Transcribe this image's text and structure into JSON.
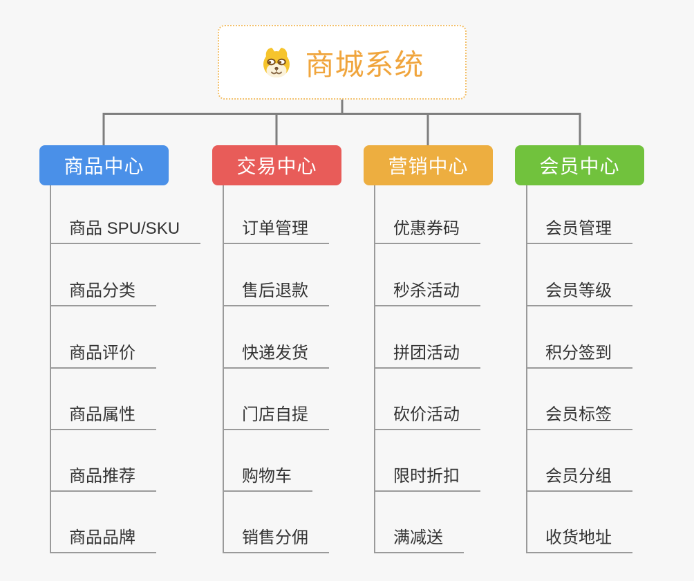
{
  "canvas": {
    "background": "#f7f7f7"
  },
  "root": {
    "title": "商城系统",
    "icon": "dog-face",
    "text_color": "#f0a53d",
    "border_color": "#f3c06a"
  },
  "connectors": {
    "top_line_color": "#7e7e7e",
    "branch_line_color": "#9a9a9a"
  },
  "branches": [
    {
      "label": "商品中心",
      "color": "#4a90e8",
      "items": [
        "商品 SPU/SKU",
        "商品分类",
        "商品评价",
        "商品属性",
        "商品推荐",
        "商品品牌"
      ]
    },
    {
      "label": "交易中心",
      "color": "#e85c59",
      "items": [
        "订单管理",
        "售后退款",
        "快递发货",
        "门店自提",
        "购物车",
        "销售分佣"
      ]
    },
    {
      "label": "营销中心",
      "color": "#edae40",
      "items": [
        "优惠券码",
        "秒杀活动",
        "拼团活动",
        "砍价活动",
        "限时折扣",
        "满减送"
      ]
    },
    {
      "label": "会员中心",
      "color": "#71c23d",
      "items": [
        "会员管理",
        "会员等级",
        "积分签到",
        "会员标签",
        "会员分组",
        "收货地址"
      ]
    }
  ]
}
